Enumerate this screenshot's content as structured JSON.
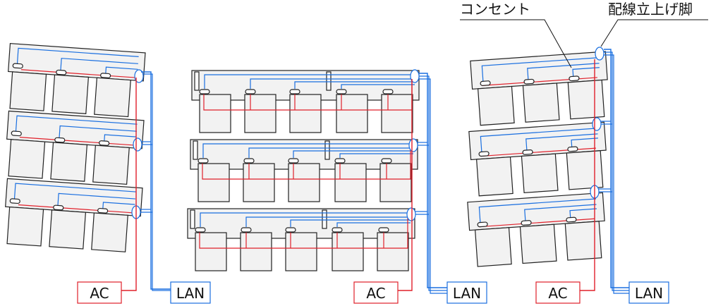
{
  "callouts": {
    "outlet": "コンセント",
    "riser": "配線立上げ脚"
  },
  "groups": [
    {
      "ac_label": "AC",
      "lan_label": "LAN"
    },
    {
      "ac_label": "AC",
      "lan_label": "LAN"
    },
    {
      "ac_label": "AC",
      "lan_label": "LAN"
    }
  ],
  "colors": {
    "power": "#e0202a",
    "lan": "#1a6fe0",
    "outline": "#222222",
    "fill": "#f2f2f2",
    "background": "#ffffff"
  }
}
